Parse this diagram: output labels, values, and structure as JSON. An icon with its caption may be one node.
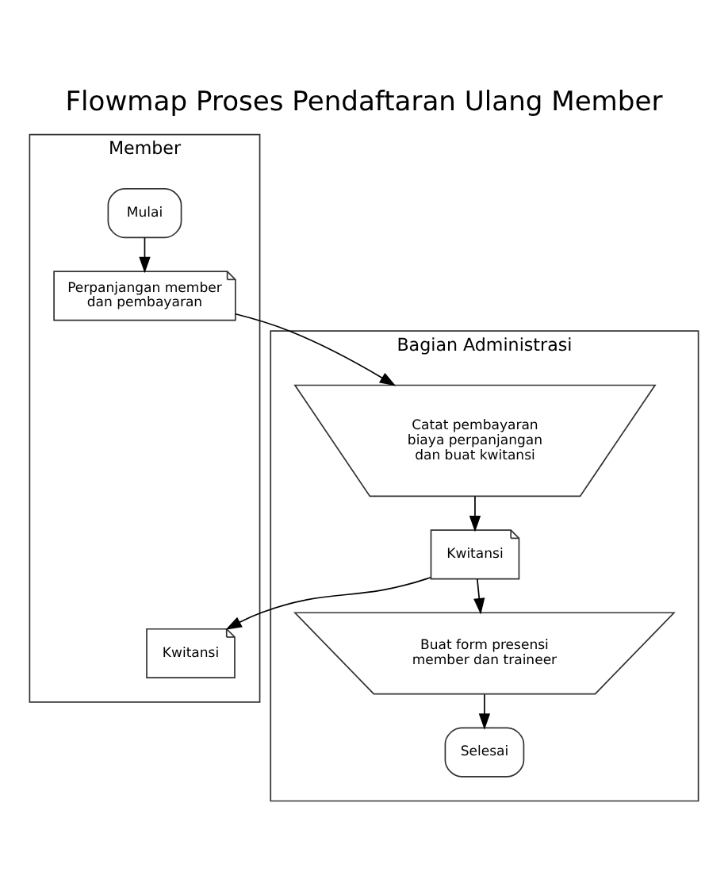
{
  "diagram": {
    "title": "Flowmap Proses Pendaftaran Ulang Member",
    "nodes": [
      {
        "text": [
          "Member"
        ]
      },
      {
        "text": [
          "Bagian Administrasi"
        ]
      },
      {
        "text": [
          "Mulai"
        ],
        "in": 0
      },
      {
        "text": [
          "Perpanjangan member dan pembayaran"
        ],
        "in": 0
      },
      {
        "text": [
          "Catat pembayaran biaya perpanjangan dan buat kwitansi"
        ],
        "in": 1
      },
      {
        "text": [
          "Kwitansi"
        ],
        "in": 0
      },
      {
        "text": [
          "Kwitansi"
        ],
        "in": 1
      },
      {
        "text": [
          "Buat form presensi member dan traineer"
        ],
        "in": 1
      },
      {
        "text": [
          "Selesai"
        ],
        "in": 1
      }
    ],
    "edges": [
      {
        "from": 2,
        "to": 3,
        "arrow": "to"
      },
      {
        "from": 3,
        "to": 4,
        "arrow": "to"
      },
      {
        "from": 4,
        "to": 6,
        "arrow": "to"
      },
      {
        "from": 6,
        "to": 5,
        "arrow": "to"
      },
      {
        "from": 6,
        "to": 7,
        "arrow": "to"
      },
      {
        "from": 7,
        "to": 8,
        "arrow": "to"
      }
    ]
  }
}
